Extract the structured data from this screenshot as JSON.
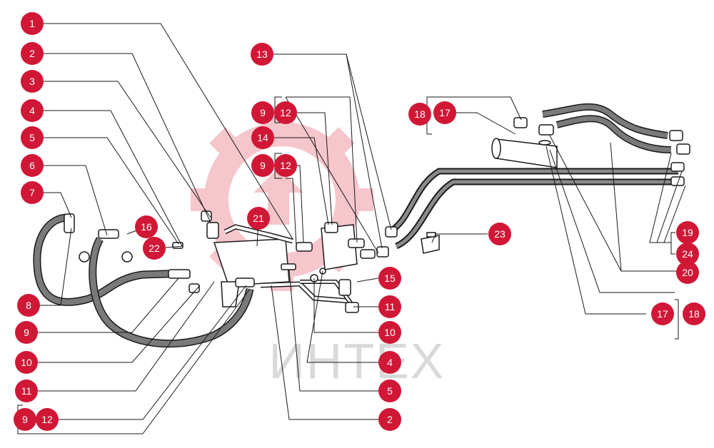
{
  "watermark": {
    "text": "ИНТЕХ",
    "gear_color": "#f5c6cc",
    "text_color": "#d9d9d9"
  },
  "colors": {
    "callout": "#d11736",
    "callout_text": "#ffffff",
    "line": "#1a1a1a",
    "hose_fill": "#6f6f6f"
  },
  "callouts": [
    {
      "id": "c1",
      "label": "1"
    },
    {
      "id": "c2",
      "label": "2"
    },
    {
      "id": "c3",
      "label": "3"
    },
    {
      "id": "c4",
      "label": "4"
    },
    {
      "id": "c5",
      "label": "5"
    },
    {
      "id": "c6",
      "label": "6"
    },
    {
      "id": "c7",
      "label": "7"
    },
    {
      "id": "c8",
      "label": "8"
    },
    {
      "id": "c9a",
      "label": "9"
    },
    {
      "id": "c10a",
      "label": "10"
    },
    {
      "id": "c11a",
      "label": "11"
    },
    {
      "id": "c9b",
      "label": "9"
    },
    {
      "id": "c12a",
      "label": "12"
    },
    {
      "id": "c16",
      "label": "16"
    },
    {
      "id": "c22",
      "label": "22"
    },
    {
      "id": "c21",
      "label": "21"
    },
    {
      "id": "c13",
      "label": "13"
    },
    {
      "id": "c9c",
      "label": "9"
    },
    {
      "id": "c12b",
      "label": "12"
    },
    {
      "id": "c14",
      "label": "14"
    },
    {
      "id": "c9d",
      "label": "9"
    },
    {
      "id": "c12c",
      "label": "12"
    },
    {
      "id": "c15",
      "label": "15"
    },
    {
      "id": "c11b",
      "label": "11"
    },
    {
      "id": "c10b",
      "label": "10"
    },
    {
      "id": "c4b",
      "label": "4"
    },
    {
      "id": "c5b",
      "label": "5"
    },
    {
      "id": "c2b",
      "label": "2"
    },
    {
      "id": "c18a",
      "label": "18"
    },
    {
      "id": "c17a",
      "label": "17"
    },
    {
      "id": "c23",
      "label": "23"
    },
    {
      "id": "c19",
      "label": "19"
    },
    {
      "id": "c24",
      "label": "24"
    },
    {
      "id": "c20",
      "label": "20"
    },
    {
      "id": "c17b",
      "label": "17"
    },
    {
      "id": "c18b",
      "label": "18"
    }
  ]
}
